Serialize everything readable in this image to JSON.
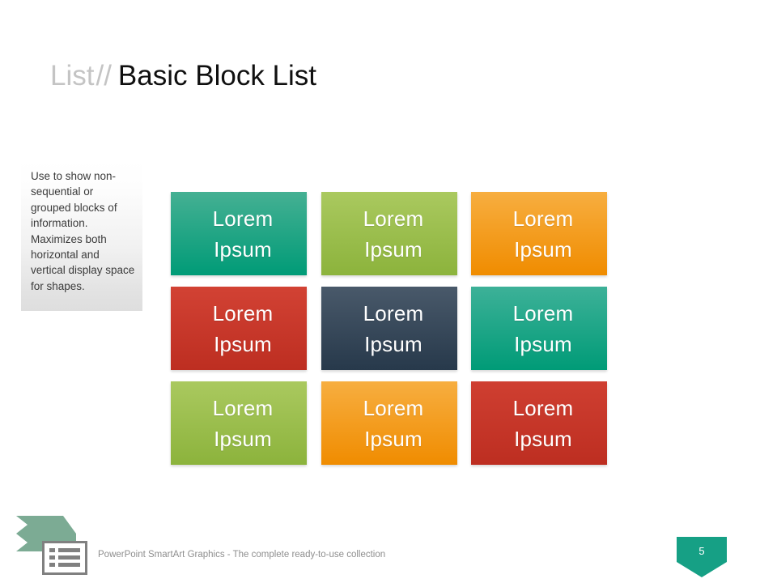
{
  "slide": {
    "title_prefix": "List",
    "title_separator": "//",
    "title_main": "Basic Block List",
    "page_number": "5"
  },
  "description": {
    "text": "Use to show non-sequential or grouped blocks of information. Maximizes both horizontal and vertical display space for shapes."
  },
  "blocks": [
    {
      "line1": "Lorem",
      "line2": "Ipsum",
      "color_top": "#45b093",
      "color_bottom": "#009b77",
      "row": 0,
      "col": 0
    },
    {
      "line1": "Lorem",
      "line2": "Ipsum",
      "color_top": "#aac95f",
      "color_bottom": "#8cb33c",
      "row": 0,
      "col": 1
    },
    {
      "line1": "Lorem",
      "line2": "Ipsum",
      "color_top": "#f7ae40",
      "color_bottom": "#f08c00",
      "row": 0,
      "col": 2
    },
    {
      "line1": "Lorem",
      "line2": "Ipsum",
      "color_top": "#d24234",
      "color_bottom": "#bd2e21",
      "row": 1,
      "col": 0
    },
    {
      "line1": "Lorem",
      "line2": "Ipsum",
      "color_top": "#49596a",
      "color_bottom": "#27394b",
      "row": 1,
      "col": 1
    },
    {
      "line1": "Lorem",
      "line2": "Ipsum",
      "color_top": "#3db198",
      "color_bottom": "#009b77",
      "row": 1,
      "col": 2
    },
    {
      "line1": "Lorem",
      "line2": "Ipsum",
      "color_top": "#aac95f",
      "color_bottom": "#8cb33c",
      "row": 2,
      "col": 0
    },
    {
      "line1": "Lorem",
      "line2": "Ipsum",
      "color_top": "#f7ae40",
      "color_bottom": "#f08c00",
      "row": 2,
      "col": 1
    },
    {
      "line1": "Lorem",
      "line2": "Ipsum",
      "color_top": "#cf3f31",
      "color_bottom": "#bd2e21",
      "row": 2,
      "col": 2
    }
  ],
  "footer": {
    "text": "PowerPoint SmartArt Graphics - The complete ready-to-use collection",
    "banner_color": "#7cab94",
    "icon_color": "#808080",
    "badge_color": "#16a085"
  }
}
